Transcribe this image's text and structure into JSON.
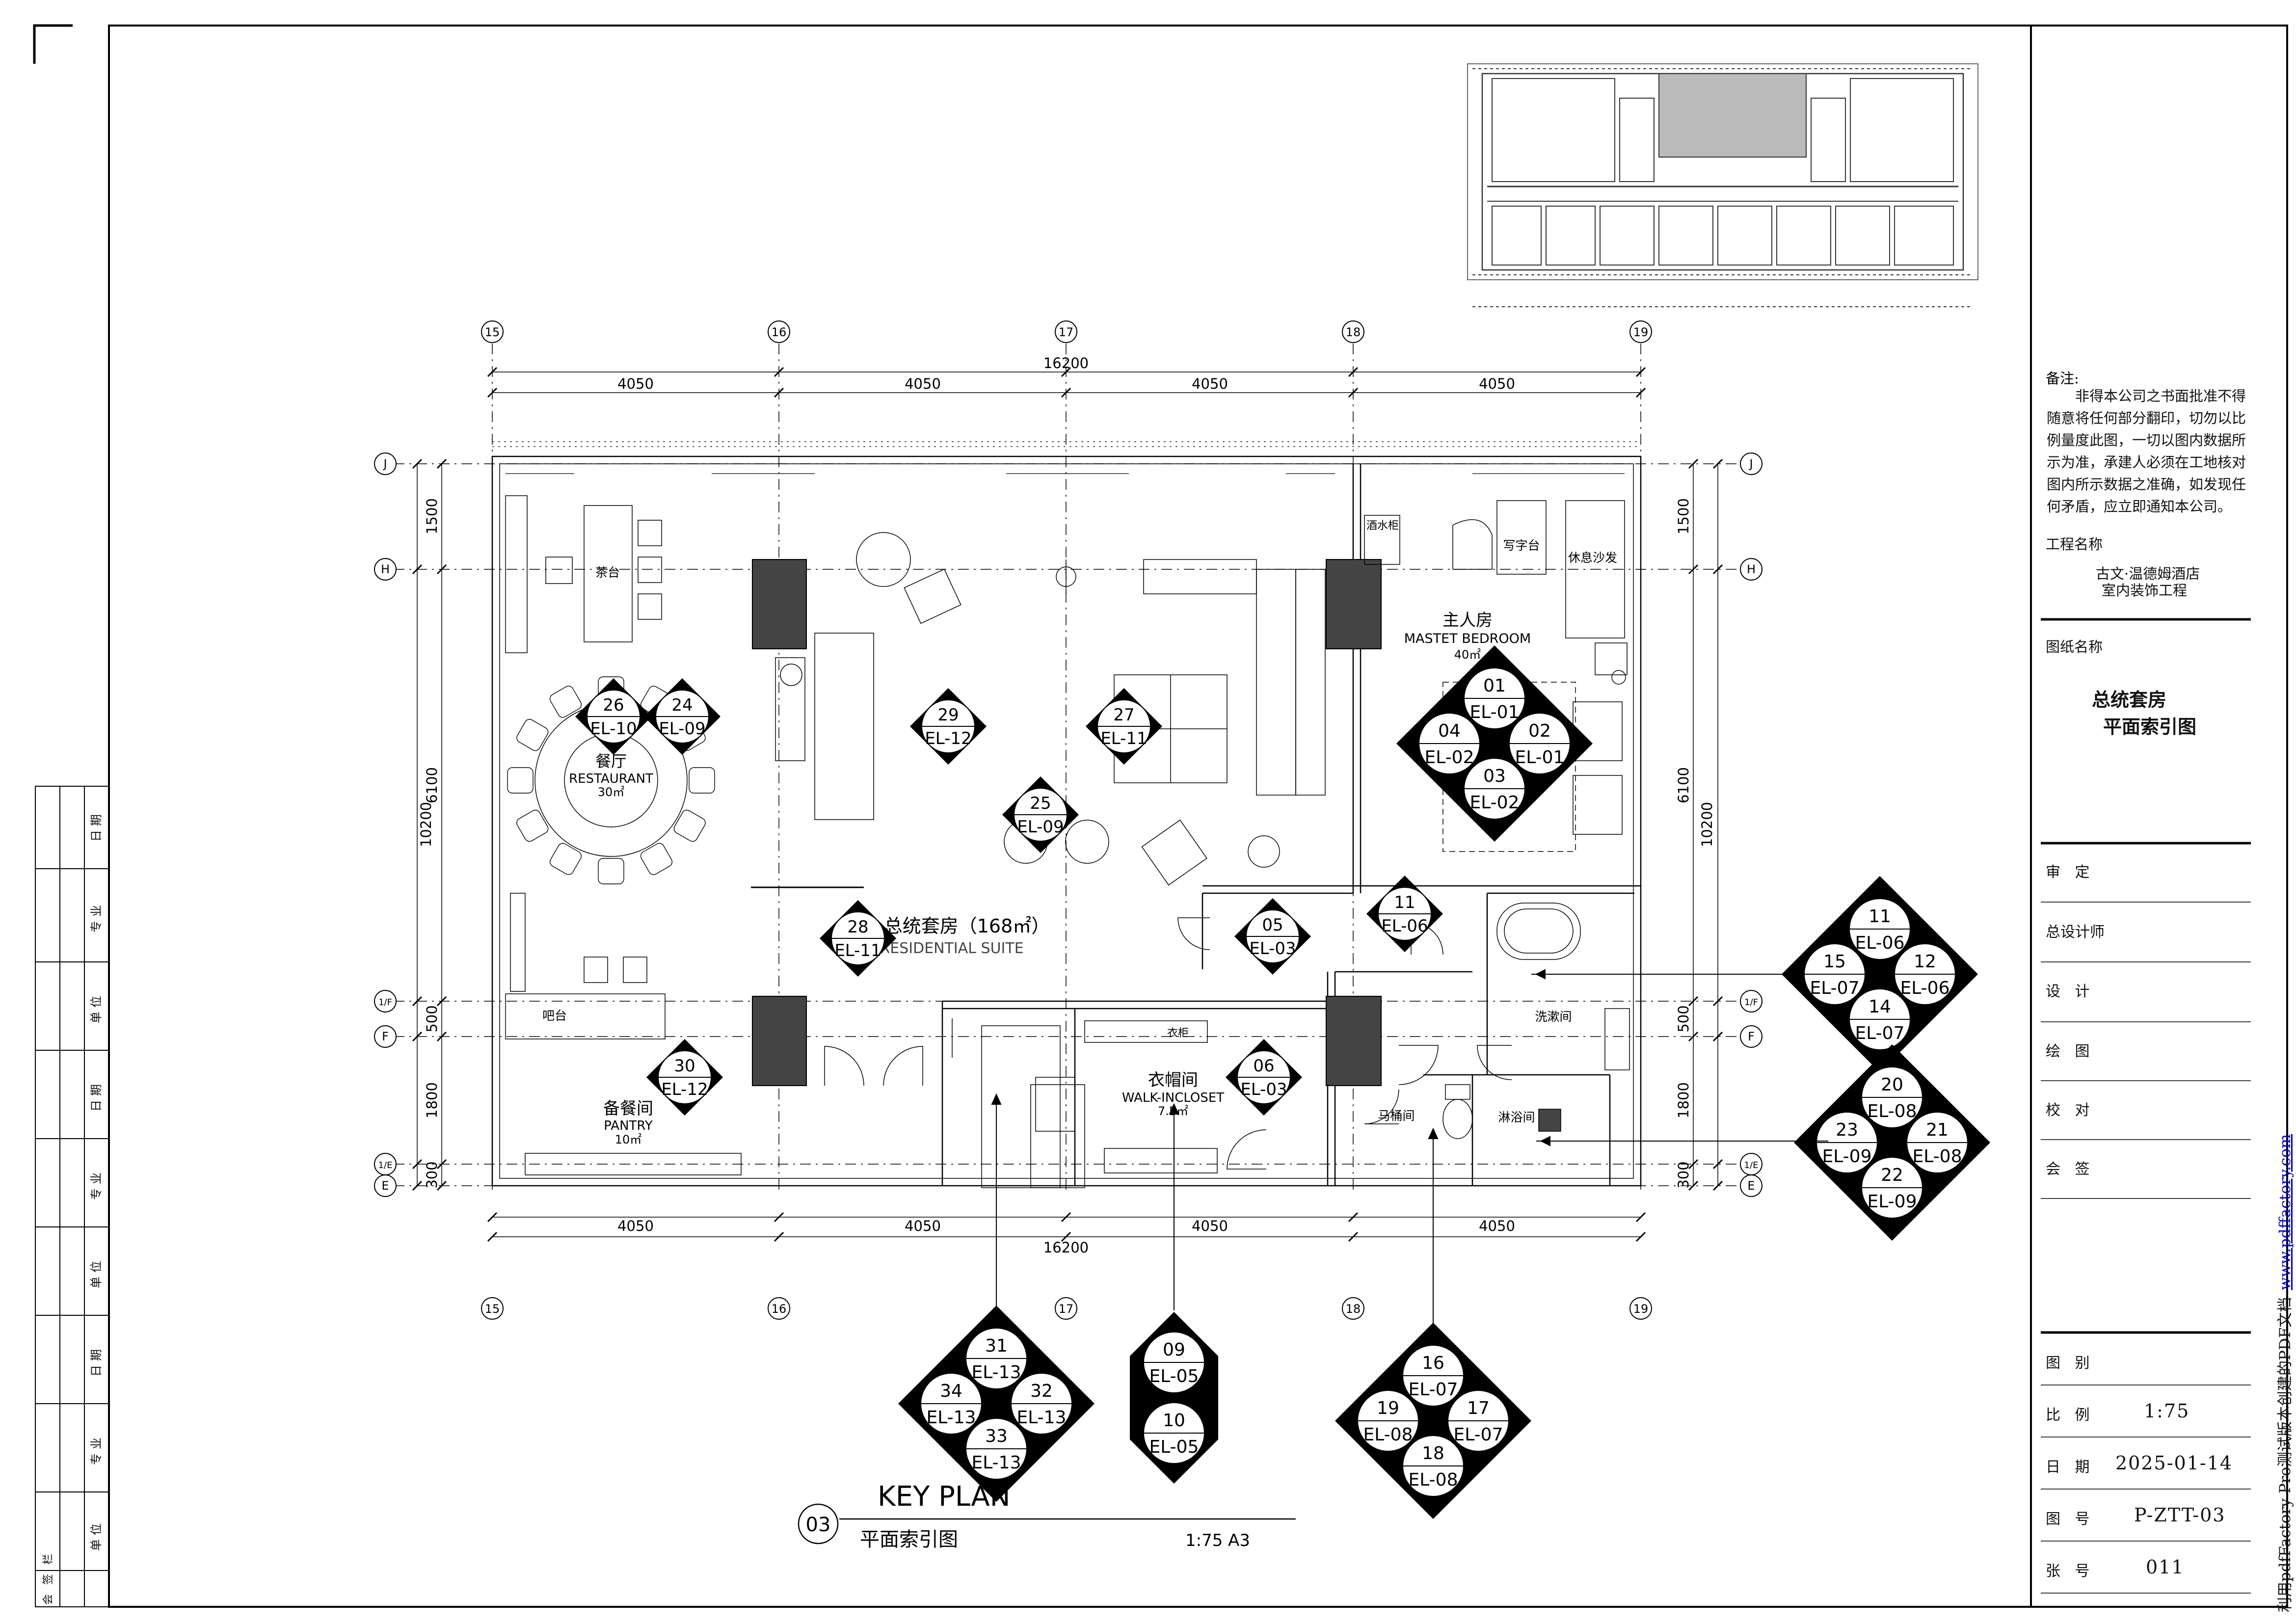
{
  "grid_axes_top": [
    "15",
    "16",
    "17",
    "18",
    "19"
  ],
  "grid_axes_side": [
    "J",
    "H",
    "1/F",
    "F",
    "1/E",
    "E"
  ],
  "dimensions": {
    "top_total": "16200",
    "top_segments": [
      "4050",
      "4050",
      "4050",
      "4050"
    ],
    "bottom_total": "16200",
    "bottom_segments": [
      "4050",
      "4050",
      "4050",
      "4050"
    ],
    "left_total": "10200",
    "left_segments": [
      "1500",
      "6100",
      "500",
      "1800",
      "300"
    ],
    "right_total": "10200",
    "right_segments": [
      "1500",
      "6100",
      "500",
      "1800",
      "300"
    ]
  },
  "rooms": {
    "suite_cn": "总统套房（168㎡）",
    "suite_en": "PRESIDENTIAL  SUITE",
    "restaurant_cn": "餐厅",
    "restaurant_en": "RESTAURANT",
    "restaurant_area": "30㎡",
    "bedroom_cn": "主人房",
    "bedroom_en": "MASTET BEDROOM",
    "bedroom_area": "40㎡",
    "pantry_cn": "备餐间",
    "pantry_en": "PANTRY",
    "pantry_area": "10㎡",
    "closet_cn": "衣帽间",
    "closet_en": "WALK-INCLOSET",
    "closet_area": "7.5㎡",
    "washroom": "洗漱间",
    "toilet": "马桶间",
    "shower": "淋浴间",
    "tea_table": "茶台",
    "bar": "吧台",
    "desk": "写字台",
    "lounge_sofa": "休息沙发",
    "tv_cabinet": "酒水柜",
    "dressing_cabinet": "衣柜"
  },
  "elevation_markers": [
    {
      "num": "26",
      "ref": "EL-10"
    },
    {
      "num": "24",
      "ref": "EL-09"
    },
    {
      "num": "29",
      "ref": "EL-12"
    },
    {
      "num": "27",
      "ref": "EL-11"
    },
    {
      "num": "25",
      "ref": "EL-09"
    },
    {
      "num": "28",
      "ref": "EL-11"
    },
    {
      "num": "05",
      "ref": "EL-03"
    },
    {
      "num": "11",
      "ref": "EL-06"
    },
    {
      "num": "30",
      "ref": "EL-12"
    },
    {
      "num": "06",
      "ref": "EL-03"
    }
  ],
  "diamond_groups": [
    {
      "id": "bedroom",
      "items": [
        {
          "num": "01",
          "ref": "EL-01"
        },
        {
          "num": "04",
          "ref": "EL-02"
        },
        {
          "num": "02",
          "ref": "EL-01"
        },
        {
          "num": "03",
          "ref": "EL-02"
        }
      ]
    },
    {
      "id": "washroom",
      "items": [
        {
          "num": "11",
          "ref": "EL-06"
        },
        {
          "num": "15",
          "ref": "EL-07"
        },
        {
          "num": "12",
          "ref": "EL-06"
        },
        {
          "num": "14",
          "ref": "EL-07"
        }
      ]
    },
    {
      "id": "shower",
      "items": [
        {
          "num": "20",
          "ref": "EL-08"
        },
        {
          "num": "23",
          "ref": "EL-09"
        },
        {
          "num": "21",
          "ref": "EL-08"
        },
        {
          "num": "22",
          "ref": "EL-09"
        }
      ]
    },
    {
      "id": "pantry-door",
      "items": [
        {
          "num": "31",
          "ref": "EL-13"
        },
        {
          "num": "34",
          "ref": "EL-13"
        },
        {
          "num": "32",
          "ref": "EL-13"
        },
        {
          "num": "33",
          "ref": "EL-13"
        }
      ]
    },
    {
      "id": "toilet",
      "items": [
        {
          "num": "16",
          "ref": "EL-07"
        },
        {
          "num": "19",
          "ref": "EL-08"
        },
        {
          "num": "17",
          "ref": "EL-07"
        },
        {
          "num": "18",
          "ref": "EL-08"
        }
      ]
    }
  ],
  "closet_markers": [
    {
      "num": "09",
      "ref": "EL-05"
    },
    {
      "num": "10",
      "ref": "EL-05"
    }
  ],
  "plan_title": {
    "number": "03",
    "en": "KEY PLAN",
    "cn": "平面索引图",
    "scale": "1:75 A3"
  },
  "title_block": {
    "notes_title": "备注:",
    "notes_body": "非得本公司之书面批准不得随意将任何部分翻印，切勿以比例量度此图，一切以图内数据所示为准，承建人必须在工地核对图内所示数据之准确，如发现任何矛盾，应立即通知本公司。",
    "project_label": "工程名称",
    "project_line1": "古文·温德姆酒店",
    "project_line2": "室内装饰工程",
    "drawing_label": "图纸名称",
    "drawing_line1": "总统套房",
    "drawing_line2": "平面索引图",
    "roles": [
      "审 定",
      "总设计师",
      "设 计",
      "绘 图",
      "校 对",
      "会 签"
    ],
    "category_label": "图 别",
    "category_value": "",
    "scale_label": "比 例",
    "scale_value": "1:75",
    "date_label": "日 期",
    "date_value": "2025-01-14",
    "number_label": "图 号",
    "number_value": "P-ZTT-03",
    "sheet_label": "张 号",
    "sheet_value": "011"
  },
  "side_strip": [
    "日期",
    "专业",
    "单位",
    "日期",
    "专业",
    "单位",
    "日期",
    "专业",
    "单位"
  ],
  "side_strip_bottom": "会 签 栏",
  "watermark": {
    "text": "利用pdfFactory Pro测试版本创建的PDF文档",
    "link": "www.pdffactory.com"
  }
}
